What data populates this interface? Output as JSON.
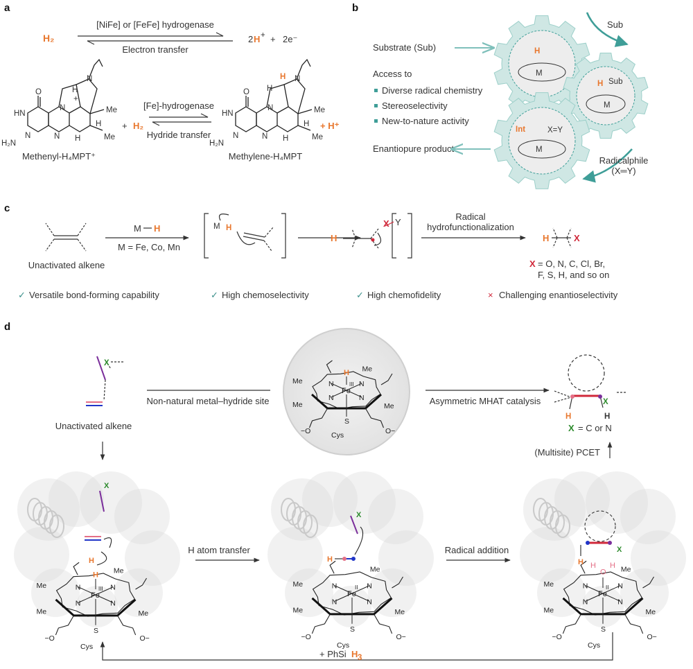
{
  "colors": {
    "hydrogen": "#e8772e",
    "teal": "#3f9e98",
    "gear": "#cfe7e4",
    "red": "#d0283a",
    "green": "#2c8a2c",
    "blue": "#2035c8",
    "purple": "#7b2f9b",
    "pink": "#e46f86",
    "protein": "#d8d8d8"
  },
  "panels": {
    "a": "a",
    "b": "b",
    "c": "c",
    "d": "d"
  },
  "a": {
    "h2": "H₂",
    "enzyme": "[NiFe] or [FeFe] hydrogenase",
    "electron_transfer": "Electron transfer",
    "rhs_2": "2",
    "rhs_h": "H",
    "rhs_plus_sup": "+",
    "rhs_plus": "+",
    "rhs_2e": "2e⁻",
    "fe_hydrogenase": "[Fe]-hydrogenase",
    "hydride_transfer": "Hydride transfer",
    "plus": "+",
    "h2b": "H₂",
    "h_plus": "+ H⁺",
    "methenyl": "Methenyl-H₄MPT⁺",
    "methylene": "Methylene-H₄MPT",
    "atoms": {
      "O": "O",
      "HN": "HN",
      "N": "N",
      "H2N": "H₂N",
      "H": "H",
      "Me": "Me",
      "plus": "+"
    }
  },
  "b": {
    "substrate": "Substrate (Sub)",
    "access": "Access to",
    "bullets": [
      "Diverse radical chemistry",
      "Stereoselectivity",
      "New-to-nature activity"
    ],
    "product": "Enantiopure product",
    "sub": "Sub",
    "radicalphile": "Radicalphile",
    "xy": "(X═Y)",
    "m": "M",
    "h": "H",
    "int": "Int",
    "xy_in": "X=Y",
    "sub_in": "Sub"
  },
  "c": {
    "alkene": "Unactivated alkene",
    "mh_m": "M",
    "mh_h": "H",
    "metals": "M = Fe, Co, Mn",
    "radical": "Radical",
    "hydrofunc": "hydrofunctionalization",
    "x_list_1": "= O, N, C, Cl, Br,",
    "x_list_2": "F, S, H, and so on",
    "x": "X",
    "y": "Y",
    "h": "H",
    "m": "M",
    "features": [
      {
        "mark": "✓",
        "text": "Versatile bond-forming capability"
      },
      {
        "mark": "✓",
        "text": "High chemoselectivity"
      },
      {
        "mark": "✓",
        "text": "High chemofidelity"
      },
      {
        "mark": "×",
        "text": "Challenging enantioselectivity"
      }
    ]
  },
  "d": {
    "alkene": "Unactivated alkene",
    "nonnatural": "Non-natural metal–hydride site",
    "mhat": "Asymmetric MHAT catalysis",
    "x_cn": "= C or N",
    "x": "X",
    "pcet": "(Multisite) PCET",
    "h_transfer": "H atom transfer",
    "radical_add": "Radical addition",
    "phsih3_a": "+ PhSi",
    "phsih3_b": "H",
    "phsih3_c": "3",
    "heme": {
      "Me": "Me",
      "N": "N",
      "Fe": "Fe",
      "III": "III",
      "II": "II",
      "S": "S",
      "Cys": "Cys",
      "O": "O",
      "H": "H",
      "minus": "−"
    }
  }
}
